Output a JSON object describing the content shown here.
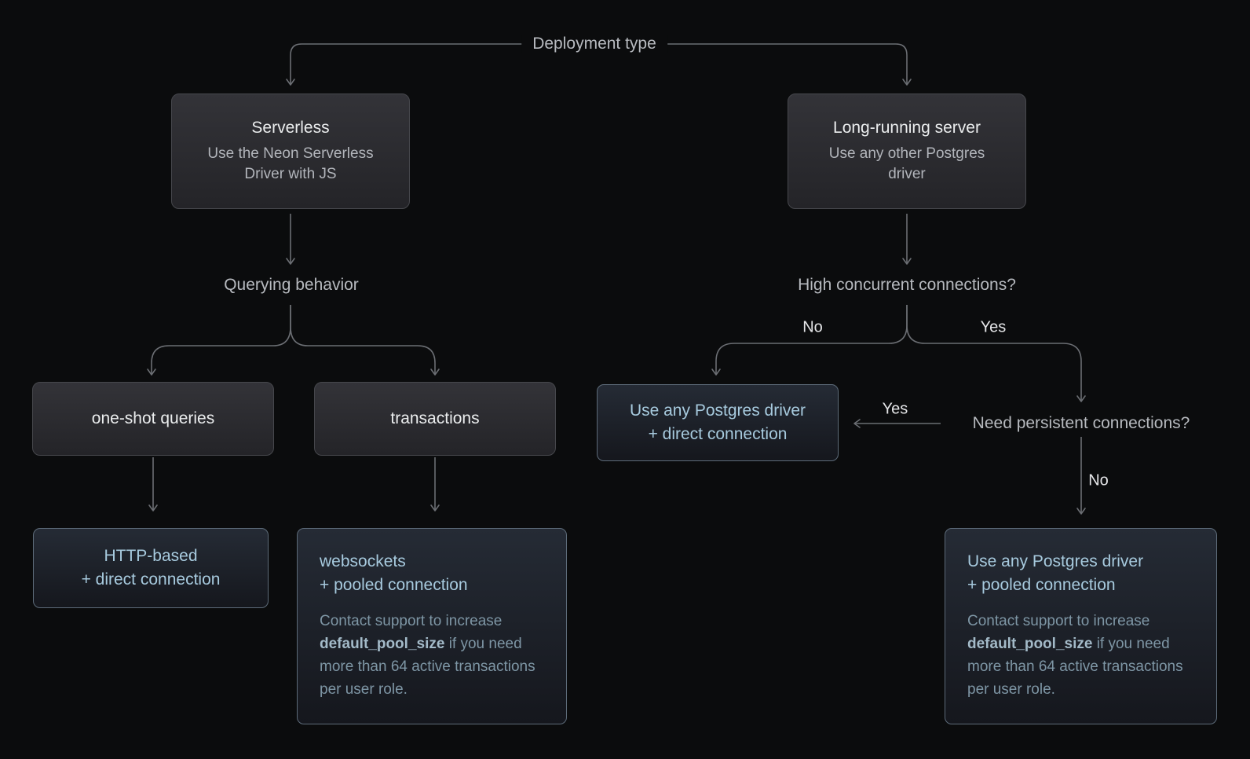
{
  "labels": {
    "deployment_type": "Deployment type",
    "querying_behavior": "Querying behavior",
    "high_concurrent": "High concurrent connections?",
    "need_persistent": "Need persistent connections?"
  },
  "edge_labels": {
    "high_no": "No",
    "high_yes": "Yes",
    "persistent_yes": "Yes",
    "persistent_no": "No"
  },
  "nodes": {
    "serverless": {
      "title": "Serverless",
      "subtitle_line1": "Use the Neon Serverless",
      "subtitle_line2": "Driver with JS"
    },
    "long_running": {
      "title": "Long-running server",
      "subtitle_line1": "Use any other Postgres",
      "subtitle_line2": "driver"
    },
    "one_shot": {
      "title": "one-shot queries"
    },
    "transactions": {
      "title": "transactions"
    },
    "http_based": {
      "line1": "HTTP-based",
      "line2": "+ direct connection"
    },
    "websockets": {
      "line1": "websockets",
      "line2": "+ pooled connection",
      "note_prefix": "Contact support to increase ",
      "note_bold": "default_pool_size",
      "note_suffix": " if you need more than 64 active transactions per user role."
    },
    "any_driver_direct": {
      "line1": "Use any Postgres driver",
      "line2": "+ direct connection"
    },
    "any_driver_pooled": {
      "line1": "Use any Postgres driver",
      "line2": "+ pooled connection",
      "note_prefix": "Contact support to increase ",
      "note_bold": "default_pool_size",
      "note_suffix": " if you need more than 64 active transactions per user role."
    }
  },
  "colors": {
    "background": "#0b0c0d",
    "connector_line": "#6b6e73",
    "flow_label_text": "#b7babf",
    "edge_label_text": "#e5e6e8",
    "gray_box_bg_top": "#333338",
    "gray_box_bg_bottom": "#242428",
    "gray_box_border": "#46474c",
    "gray_box_title": "#ebedee",
    "gray_box_subtitle": "#b2b5bb",
    "blue_box_bg_top": "#252b35",
    "blue_box_bg_bottom": "#15171d",
    "blue_box_border": "#5d6b79",
    "blue_box_text": "#a7cade",
    "blue_box_note_text": "#7e96a5",
    "blue_box_note_bold": "#a3bac8"
  }
}
